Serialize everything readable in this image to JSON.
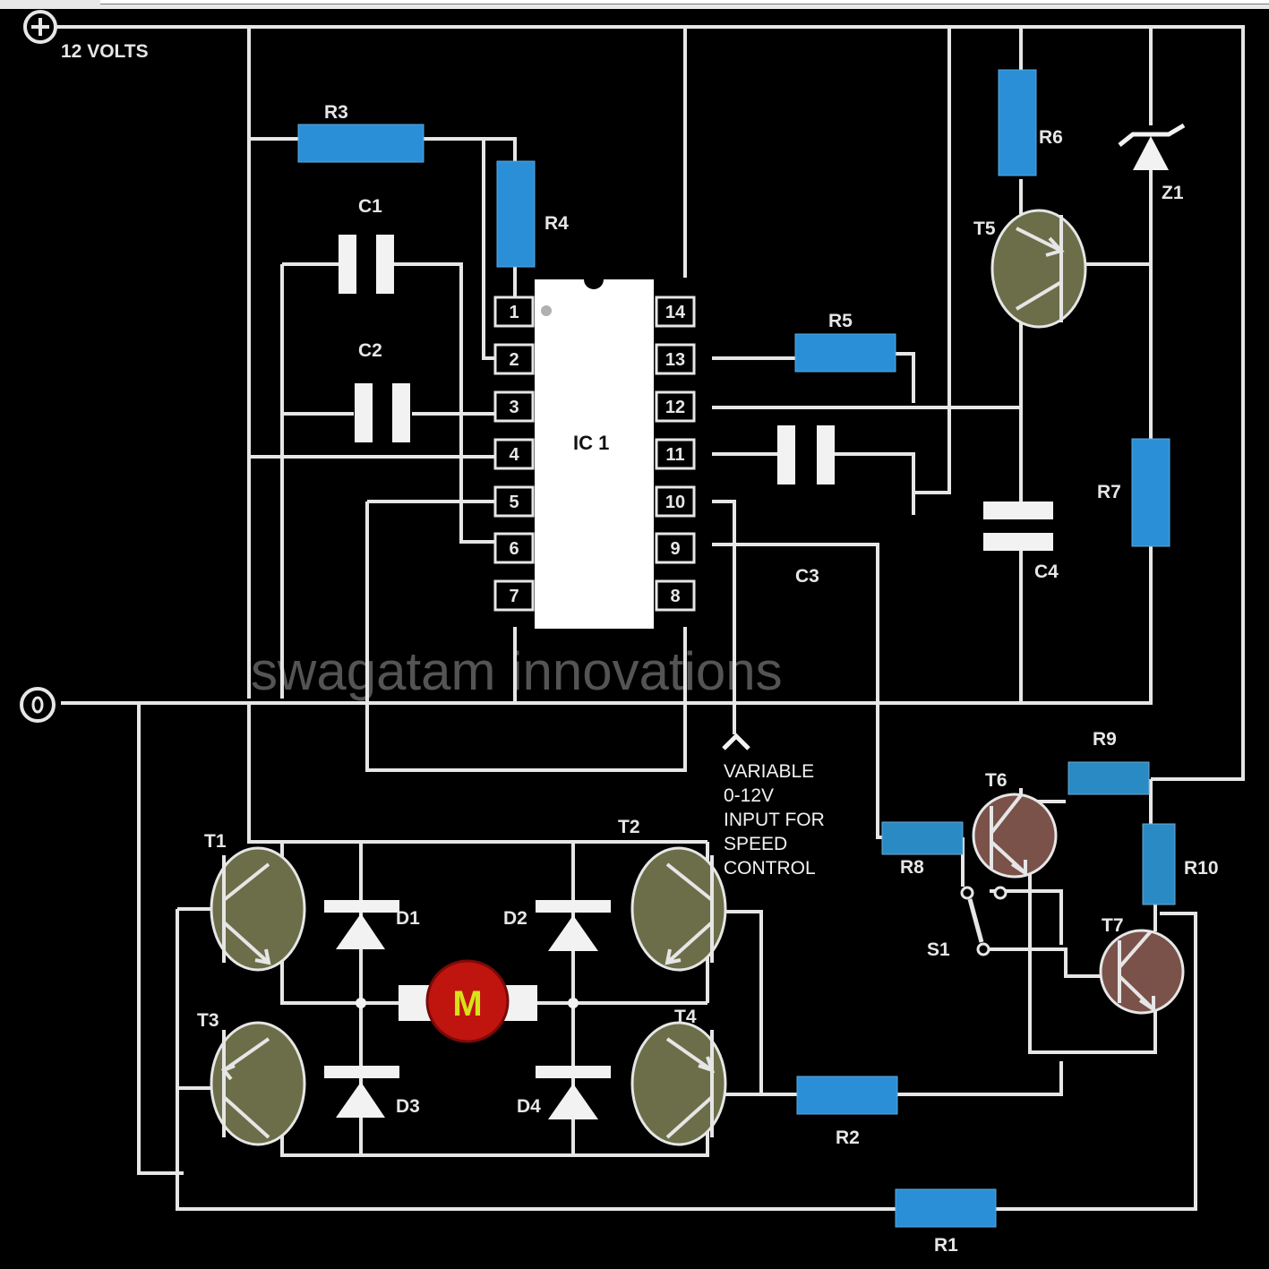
{
  "title": "H-Bridge Motor Controller with Speed Control",
  "watermark": "swagatam innovations",
  "supply": {
    "positive_symbol": "+",
    "positive_label": "12 VOLTS",
    "ground_symbol": "0"
  },
  "ic": {
    "label": "IC 1",
    "pins_left": [
      "1",
      "2",
      "3",
      "4",
      "5",
      "6",
      "7"
    ],
    "pins_right": [
      "14",
      "13",
      "12",
      "11",
      "10",
      "9",
      "8"
    ]
  },
  "resistors": [
    "R1",
    "R2",
    "R3",
    "R4",
    "R5",
    "R6",
    "R7",
    "R8",
    "R9",
    "R10"
  ],
  "capacitors": [
    "C1",
    "C2",
    "C3",
    "C4"
  ],
  "zener": "Z1",
  "transistors": [
    "T1",
    "T2",
    "T3",
    "T4",
    "T5",
    "T6",
    "T7"
  ],
  "diodes": [
    "D1",
    "D2",
    "D3",
    "D4"
  ],
  "motor": {
    "label": "M"
  },
  "switch": {
    "label": "S1"
  },
  "speed_input": {
    "lines": [
      "VARIABLE",
      "0-12V",
      "INPUT FOR",
      "SPEED",
      "CONTROL"
    ]
  },
  "colors": {
    "background": "#000000",
    "wire": "#e6e6e6",
    "resistor": "#2a8fd6",
    "transistor_green": "#6b6e48",
    "transistor_brown": "#7a524a",
    "motor_red": "#c0140f",
    "motor_text": "#d8e21a"
  }
}
